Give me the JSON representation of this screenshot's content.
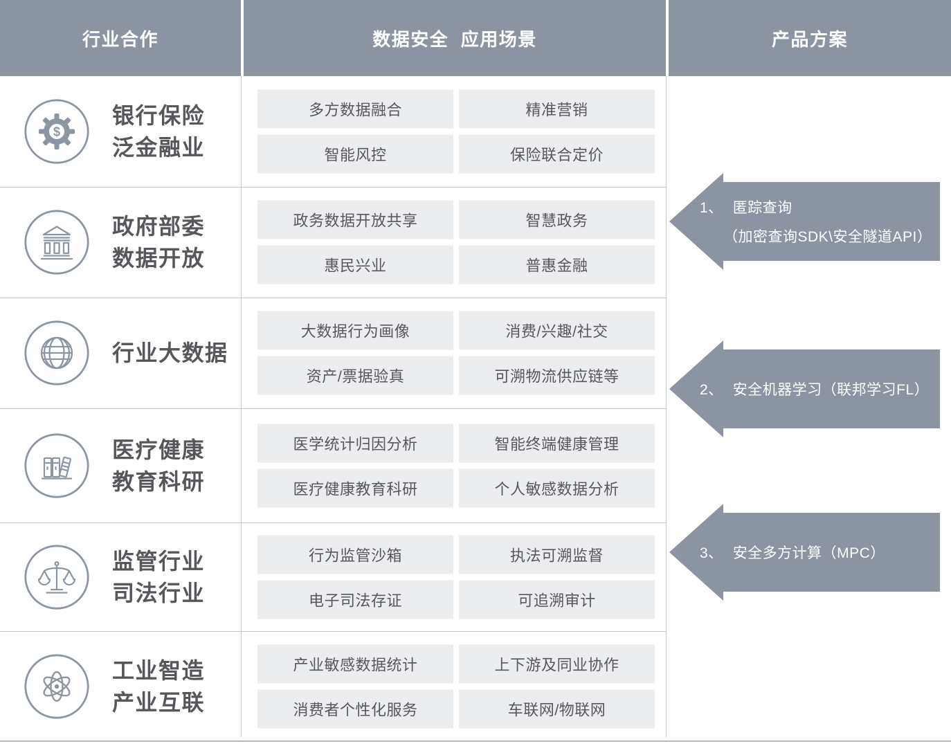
{
  "header": {
    "col1": "行业合作",
    "col2": "数据安全  应用场景",
    "col3": "产品方案"
  },
  "colors": {
    "header_bg": "#8B94A0",
    "arrow_bg": "#8B94A0",
    "box_bg": "#ECEDEF",
    "icon_stroke": "#8C96A3",
    "label_text": "#55575B",
    "box_text": "#57585B",
    "divider": "#C6C7C9"
  },
  "rows": [
    {
      "icon": "gear-dollar-icon",
      "label_line1": "银行保险",
      "label_line2": "泛金融业",
      "boxes": [
        "多方数据融合",
        "精准营销",
        "智能风控",
        "保险联合定价"
      ]
    },
    {
      "icon": "bank-icon",
      "label_line1": "政府部委",
      "label_line2": "数据开放",
      "boxes": [
        "政务数据开放共享",
        "智慧政务",
        "惠民兴业",
        "普惠金融"
      ]
    },
    {
      "icon": "globe-icon",
      "label_line1": "行业大数据",
      "label_line2": "",
      "boxes": [
        "大数据行为画像",
        "消费/兴趣/社交",
        "资产/票据验真",
        "可溯物流供应链等"
      ]
    },
    {
      "icon": "books-icon",
      "label_line1": "医疗健康",
      "label_line2": "教育科研",
      "boxes": [
        "医学统计归因分析",
        "智能终端健康管理",
        "医疗健康教育科研",
        "个人敏感数据分析"
      ]
    },
    {
      "icon": "scales-icon",
      "label_line1": "监管行业",
      "label_line2": "司法行业",
      "boxes": [
        "行为监管沙箱",
        "执法可溯监督",
        "电子司法存证",
        "可追溯审计"
      ]
    },
    {
      "icon": "atom-icon",
      "label_line1": "工业智造",
      "label_line2": "产业互联",
      "boxes": [
        "产业敏感数据统计",
        "上下游及同业协作",
        "消费者个性化服务",
        "车联网/物联网"
      ]
    }
  ],
  "arrows": [
    {
      "num": "1、",
      "title": "匿踪查询",
      "sub": "（加密查询SDK\\安全隧道API）"
    },
    {
      "num": "2、",
      "title": "安全机器学习（联邦学习FL）"
    },
    {
      "num": "3、",
      "title": "安全多方计算（MPC）"
    }
  ]
}
